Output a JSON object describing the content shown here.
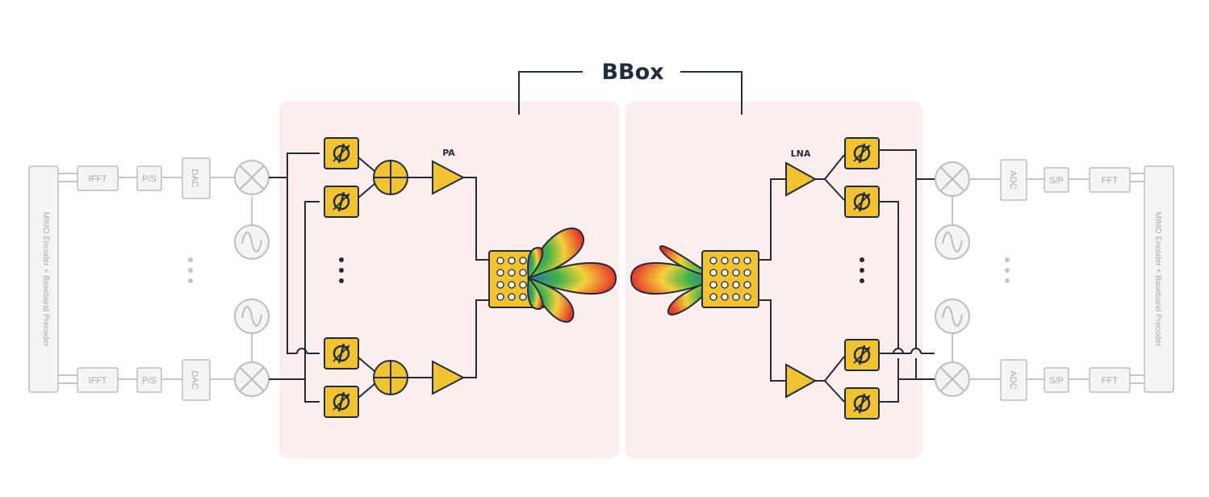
{
  "title": "BBox",
  "encoder_left": "MIMO Encoder + Baseband Precoder",
  "encoder_right": "MIMO Encoder + Baseband Precoder",
  "tx_chain": {
    "ifft": "IFFT",
    "ps": "P/S",
    "dac": "DAC"
  },
  "rx_chain": {
    "adc": "ADC",
    "sp": "S/P",
    "fft": "FFT"
  },
  "pa_label": "PA",
  "lna_label": "LNA",
  "colors": {
    "panel": "#fdeeee",
    "amber": "#f3c22f",
    "dark": "#1f2d3d",
    "gray": "#c4c4c4",
    "beam_red": "#e8362a",
    "beam_green": "#3fb14a",
    "beam_blue": "#2e6fb5"
  },
  "icons": [
    "phase-shifter-icon",
    "combiner-icon",
    "mixer-icon",
    "oscillator-icon",
    "amplifier-icon",
    "antenna-array-icon",
    "beam-pattern-icon"
  ]
}
